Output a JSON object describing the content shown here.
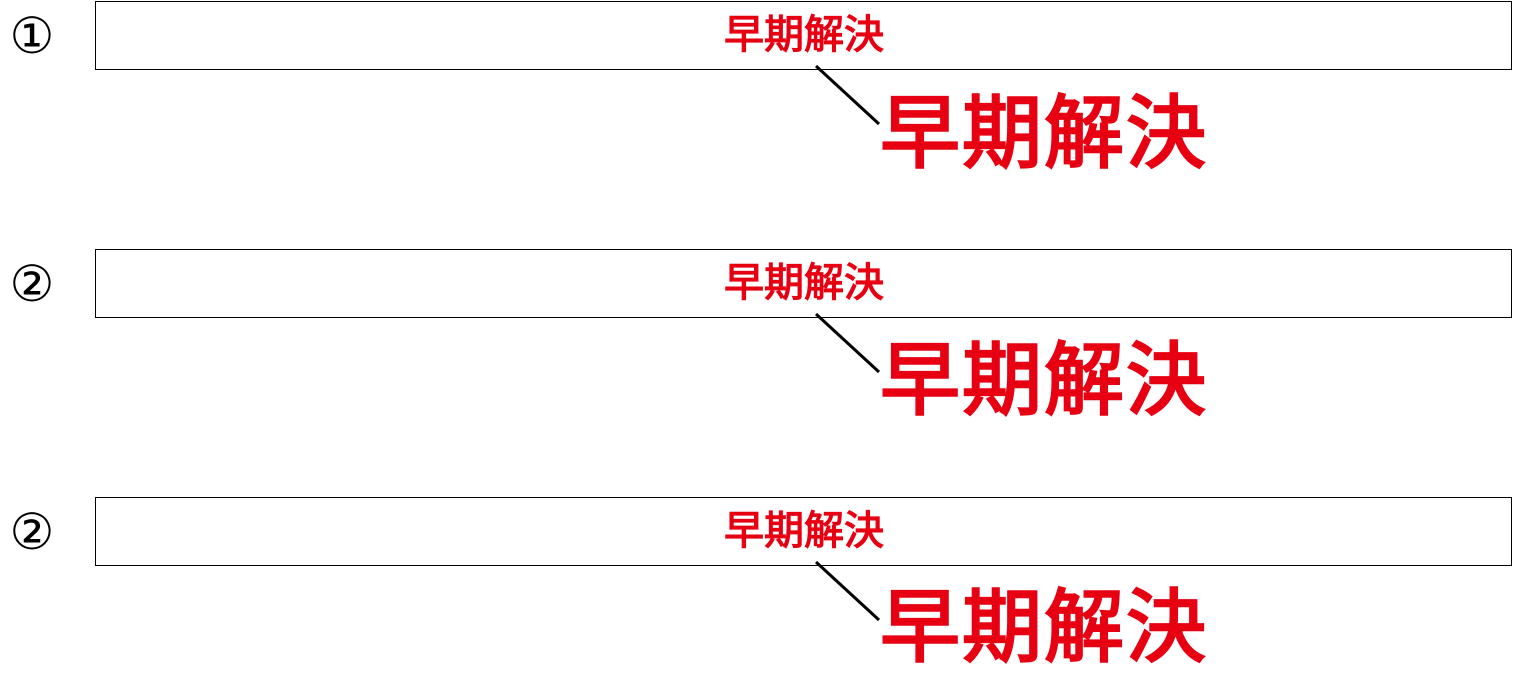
{
  "accent_color": "#e60012",
  "options": [
    {
      "number": "①",
      "small_text": "早期解決",
      "large_text": "早期解決"
    },
    {
      "number": "②",
      "small_text": "早期解決",
      "large_text": "早期解決"
    },
    {
      "number": "②",
      "small_text": "早期解決",
      "large_text": "早期解決"
    }
  ]
}
